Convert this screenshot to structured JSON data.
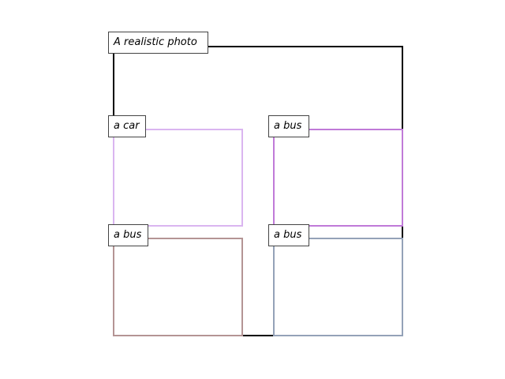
{
  "title": "A realistic photo",
  "regions": [
    {
      "id": "car",
      "label": "a car",
      "color": "#dab5f0"
    },
    {
      "id": "bus-top-right",
      "label": "a bus",
      "color": "#c07ad8"
    },
    {
      "id": "bus-bottom-left",
      "label": "a bus",
      "color": "#b49494"
    },
    {
      "id": "bus-bottom-right",
      "label": "a bus",
      "color": "#94a2b8"
    }
  ],
  "outer_frame_color": "#000000"
}
